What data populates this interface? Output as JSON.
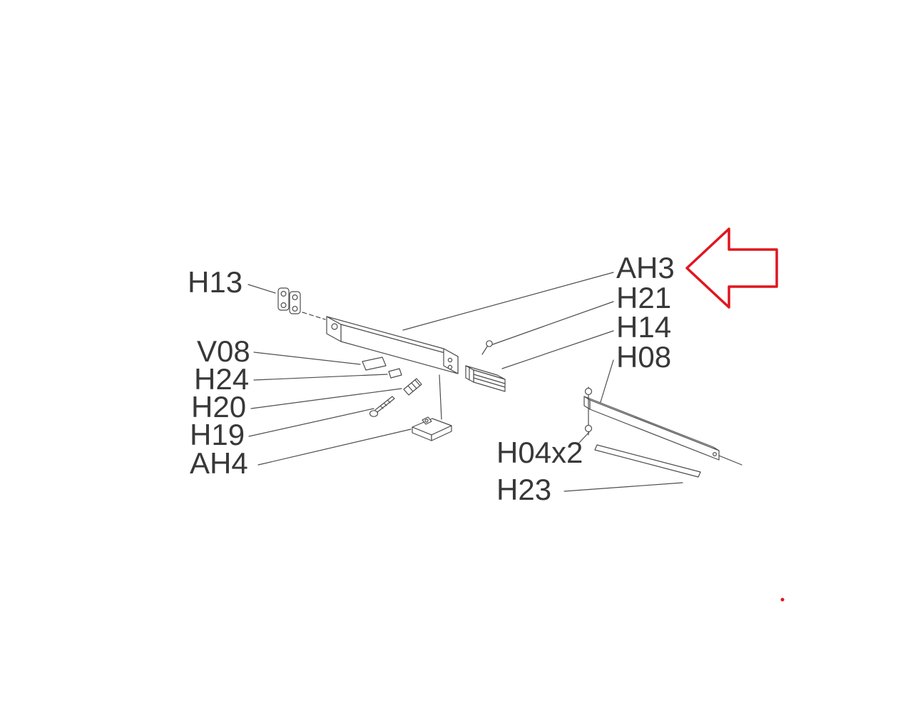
{
  "diagram": {
    "type": "exploded-parts-diagram",
    "part_labels": {
      "h13": "H13",
      "v08": "V08",
      "h24": "H24",
      "h20": "H20",
      "h19": "H19",
      "ah4": "AH4",
      "ah3": "AH3",
      "h21": "H21",
      "h14": "H14",
      "h08": "H08",
      "h04x2": "H04x2",
      "h23": "H23"
    },
    "highlighted_part": "AH3",
    "colors": {
      "line": "#4d4d4d",
      "text": "#383838",
      "highlight_arrow": "#e0161f",
      "background": "#ffffff"
    }
  }
}
